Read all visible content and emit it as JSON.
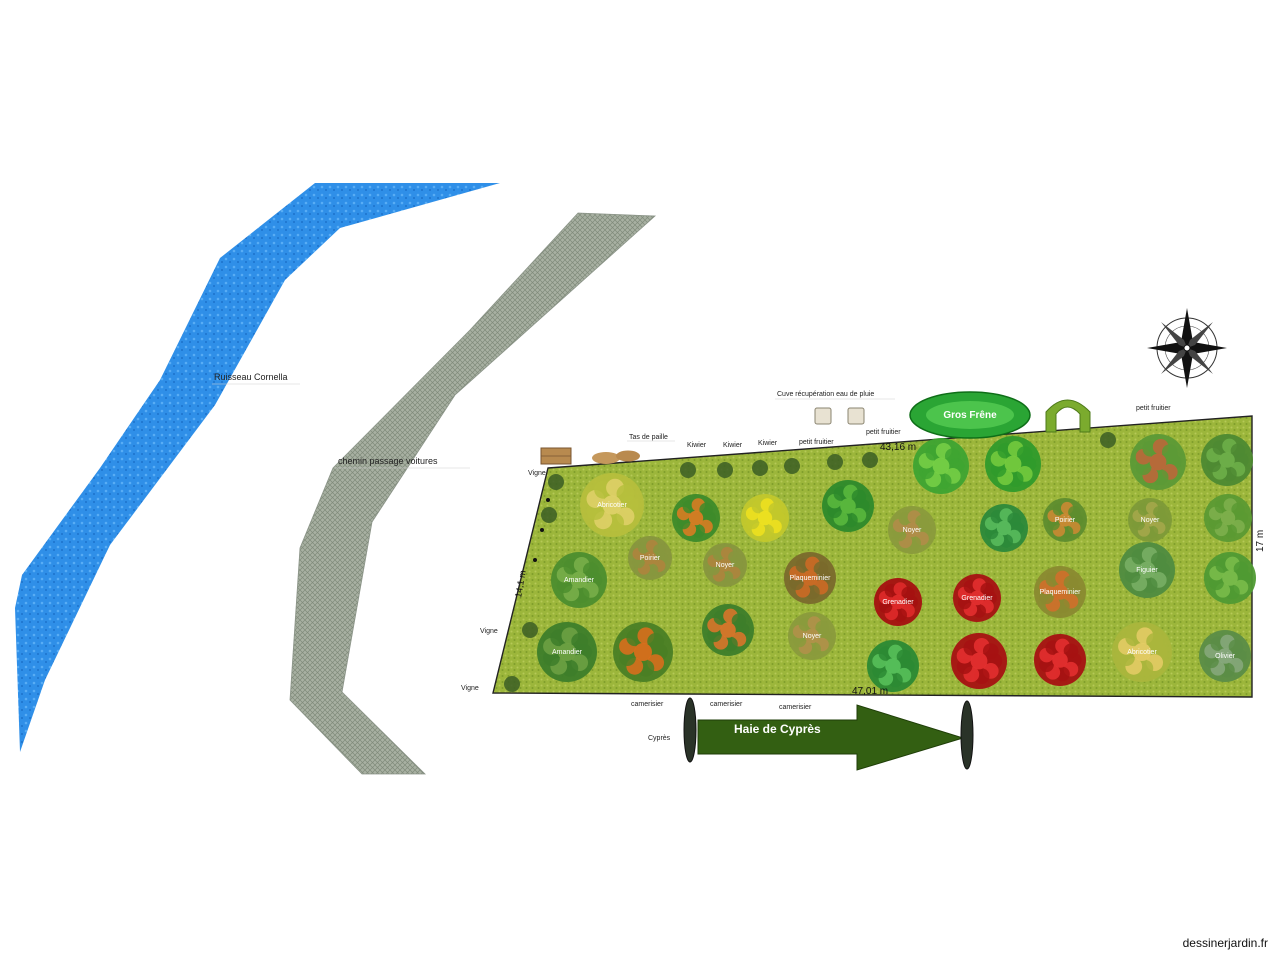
{
  "labels": {
    "stream": "Ruisseau Cornella",
    "road": "chemin passage voitures",
    "tank": "Cuve récupération eau de pluie",
    "ash": "Gros Frêne",
    "straw": "Tas de paille",
    "hedge": "Haie de Cyprès",
    "cypress": "Cyprès",
    "camerisier": "camerisier",
    "vine": "Vigne",
    "kiwi": "Kiwier",
    "fruit": "petit fruitier",
    "dim_top": "43,16 m",
    "dim_bottom": "47,01 m",
    "dim_left": "14,1 m",
    "dim_right": "17 m",
    "apricot": "Abricotier",
    "almond": "Amandier",
    "pear": "Poirier",
    "walnut": "Noyer",
    "persimmon": "Plaqueminier",
    "pomegranate": "Grenadier",
    "fig": "Figuier",
    "olive": "Olivier"
  },
  "credit": "dessinerjardin.fr",
  "colors": {
    "water": "#2f8fe8",
    "road": "#9aa396",
    "lawn": "#9bb53a",
    "hedge_arrow": "#335f12"
  }
}
